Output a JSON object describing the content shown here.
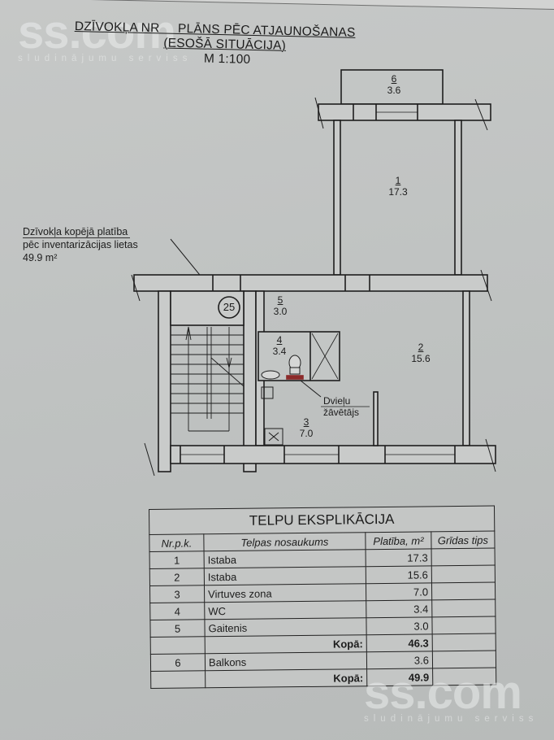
{
  "header": {
    "title_line1": "DZĪVOKĻA NR     PLĀNS PĒC ATJAUNOŠANAS",
    "title_line2": "(ESOŠĀ SITUĀCIJA)",
    "scale": "M 1:100"
  },
  "watermark": {
    "brand": "ss.com",
    "tagline": "sludinājumu serviss"
  },
  "total_area_note": {
    "line1": "Dzīvokļa kopējā platība",
    "line2": "pēc inventarizācijas lietas",
    "line3": "49.9 m²"
  },
  "plan": {
    "stair_marker": "25",
    "rooms": [
      {
        "nr": "1",
        "area": "17.3"
      },
      {
        "nr": "2",
        "area": "15.6"
      },
      {
        "nr": "3",
        "area": "7.0"
      },
      {
        "nr": "4",
        "area": "3.4"
      },
      {
        "nr": "5",
        "area": "3.0"
      },
      {
        "nr": "6",
        "area": "3.6"
      }
    ],
    "annotation_line1": "Dvieļu",
    "annotation_line2": "žāvētājs"
  },
  "table": {
    "caption": "TELPU EKSPLIKĀCIJA",
    "headers": [
      "Nr.p.k.",
      "Telpas nosaukums",
      "Platība, m²",
      "Grīdas tips"
    ],
    "rows": [
      {
        "nr": "1",
        "name": "Istaba",
        "area": "17.3",
        "floor": ""
      },
      {
        "nr": "2",
        "name": "Istaba",
        "area": "15.6",
        "floor": ""
      },
      {
        "nr": "3",
        "name": "Virtuves zona",
        "area": "7.0",
        "floor": ""
      },
      {
        "nr": "4",
        "name": "WC",
        "area": "3.4",
        "floor": ""
      },
      {
        "nr": "5",
        "name": "Gaitenis",
        "area": "3.0",
        "floor": ""
      }
    ],
    "subtotal": {
      "label": "Kopā:",
      "value": "46.3"
    },
    "balcony": {
      "nr": "6",
      "name": "Balkons",
      "area": "3.6",
      "floor": ""
    },
    "total": {
      "label": "Kopā:",
      "value": "49.9"
    }
  }
}
